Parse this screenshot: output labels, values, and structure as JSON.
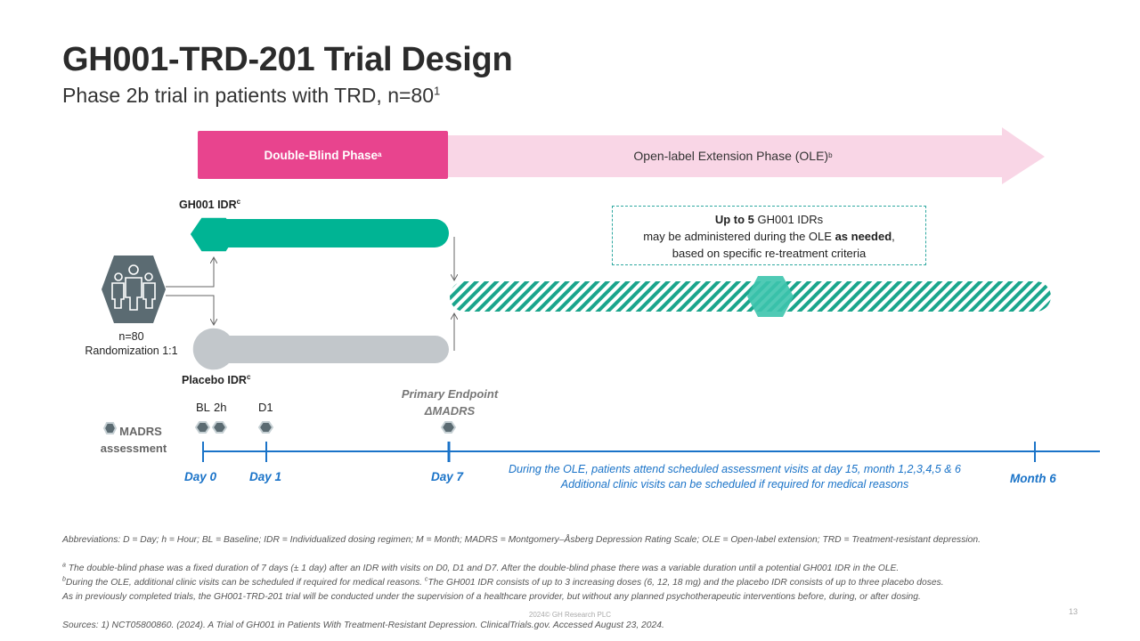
{
  "title": "GH001-TRD-201 Trial Design",
  "subtitle": "Phase 2b trial in patients with TRD, n=80",
  "subtitle_sup": "1",
  "phases": {
    "double_blind": "Double-Blind Phase",
    "double_blind_sup": "a",
    "ole": "Open-label Extension Phase (OLE)",
    "ole_sup": "b"
  },
  "arms": {
    "gh001": "GH001 IDR",
    "gh001_sup": "c",
    "placebo": "Placebo IDR",
    "placebo_sup": "c"
  },
  "group": {
    "n": "n=80",
    "randomization": "Randomization 1:1"
  },
  "ole_box": {
    "line1_bold": "Up to 5",
    "line1_rest": " GH001 IDRs",
    "line2_pre": "may be administered during the OLE ",
    "line2_bold": "as needed",
    "line2_post": ",",
    "line3": "based on specific re-treatment criteria"
  },
  "timeline": {
    "madrs_line1": "MADRS",
    "madrs_line2": "assessment",
    "bl": "BL",
    "h2": "2h",
    "d1": "D1",
    "primary_endpoint_line1": "Primary Endpoint",
    "primary_endpoint_line2": "ΔMADRS",
    "day0": "Day 0",
    "day1": "Day 1",
    "day7": "Day 7",
    "month6": "Month 6",
    "ole_note_line1": "During the OLE, patients attend scheduled assessment visits at day 15, month 1,2,3,4,5 & 6",
    "ole_note_line2": "Additional clinic visits can be scheduled if required for medical reasons"
  },
  "colors": {
    "pink": "#e8448e",
    "pink_light": "#f9d6e6",
    "teal": "#00b494",
    "gray": "#c2c7cb",
    "blue": "#1a73c8",
    "icon_dark": "#5b6b72"
  },
  "footnotes": {
    "abbreviations": "Abbreviations: D = Day; h = Hour; BL = Baseline; IDR = Individualized dosing regimen; M = Month; MADRS = Montgomery–Åsberg Depression Rating Scale; OLE = Open-label extension; TRD = Treatment-resistant depression.",
    "a_sup": "a",
    "a": " The double-blind phase was a fixed duration of 7 days (± 1 day) after an IDR with visits on D0, D1 and D7. After the double-blind phase there was a variable duration until a potential GH001 IDR in the OLE.",
    "b_sup": "b",
    "b": "During the OLE, additional clinic visits can be scheduled if required for medical reasons. ",
    "c_sup": "c",
    "c": "The GH001 IDR consists of up to 3 increasing doses (6, 12, 18 mg) and the placebo IDR consists of up to three placebo doses.",
    "supervision": "As in previously completed trials, the GH001-TRD-201 trial will be conducted under the supervision of a healthcare provider, but without any planned psychotherapeutic interventions before, during, or after dosing.",
    "sources": "Sources: 1) NCT05800860. (2024). A Trial of GH001 in Patients With Treatment-Resistant Depression. ClinicalTrials.gov. Accessed August 23, 2024."
  },
  "copyright": "2024© GH Research PLC",
  "page_number": "13"
}
